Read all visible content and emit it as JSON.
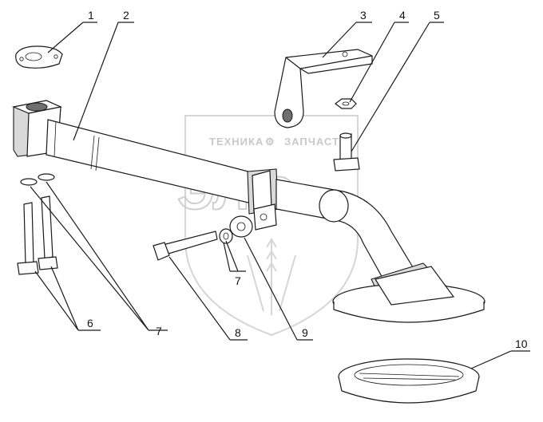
{
  "watermark": {
    "top_text": "ТЕХНИКА",
    "top_text_right": "ЗАПЧАСТИ",
    "logo_letters": "ЭЛФ"
  },
  "callouts": [
    {
      "id": "c1",
      "label": "1"
    },
    {
      "id": "c2",
      "label": "2"
    },
    {
      "id": "c3",
      "label": "3"
    },
    {
      "id": "c4",
      "label": "4"
    },
    {
      "id": "c5",
      "label": "5"
    },
    {
      "id": "c6",
      "label": "6"
    },
    {
      "id": "c7a",
      "label": "7"
    },
    {
      "id": "c7b",
      "label": "7"
    },
    {
      "id": "c8",
      "label": "8"
    },
    {
      "id": "c9",
      "label": "9"
    },
    {
      "id": "c10",
      "label": "10"
    }
  ],
  "colors": {
    "line": "#1a1a1a",
    "shade": "#d9d9d9",
    "watermark": "#c9c9c9"
  }
}
